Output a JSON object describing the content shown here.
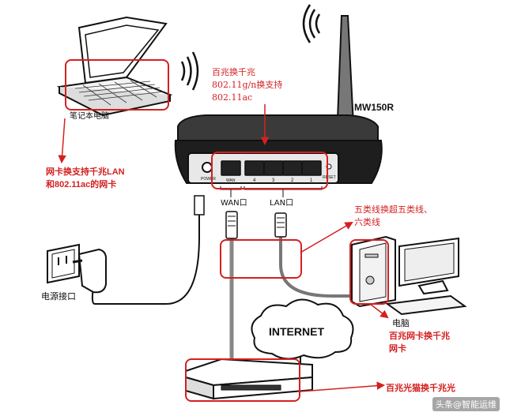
{
  "router": {
    "model": "MW150R",
    "power_port": "POWER",
    "reset_port": "RESET",
    "wan_port": "WAN",
    "lan_ports": [
      "4",
      "3",
      "2",
      "1"
    ],
    "wan_label": "WAN口",
    "lan_label": "LAN口"
  },
  "labels": {
    "laptop": "笔记本电脑",
    "power_socket": "电源接口",
    "internet": "INTERNET",
    "desktop": "电脑"
  },
  "annotations": {
    "router_upgrade": "百兆换千兆\n802.11g/n换支持\n802.11ac",
    "laptop_nic": "网卡换支持千兆LAN\n和802.11ac的网卡",
    "cable_upgrade": "五类线换超五类线、\n六类线",
    "desktop_nic": "百兆网卡换千兆\n网卡",
    "modem_upgrade": "百兆光猫换千兆光"
  },
  "watermark": "头条@智能运维",
  "colors": {
    "annotation": "#d42020",
    "line": "#111111"
  }
}
